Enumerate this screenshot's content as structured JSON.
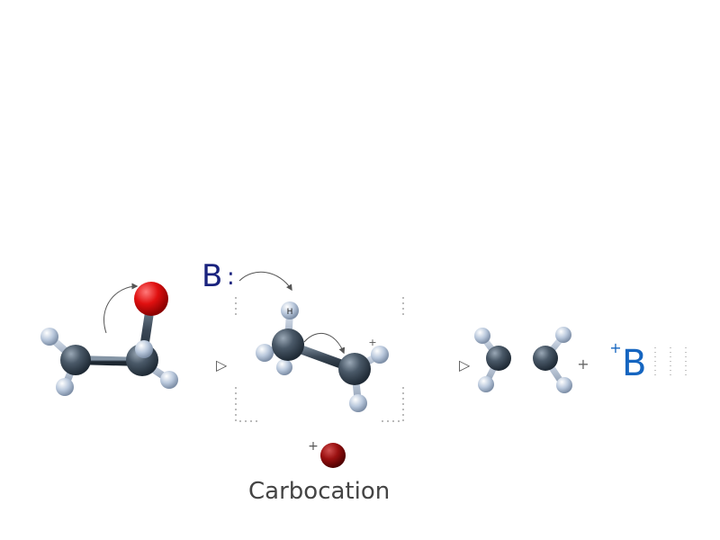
{
  "labels": {
    "base": "B",
    "base_lone_pair": ":",
    "hydrogen_symbol": "H",
    "reaction_arrow": "▷",
    "plus": "+",
    "charge_plus": "+",
    "conjugate_acid": "B",
    "carbocation_label": "Carbocation"
  },
  "colors": {
    "carbon": "#4a5968",
    "hydrogen": "#b9c8dc",
    "oxygen": "#e01010",
    "leaving_group": "#9a1010",
    "base_text": "#1a237e",
    "conjugate_acid_text": "#1565c0",
    "arrow": "#555555",
    "label": "#444444"
  },
  "molecules": [
    {
      "name": "protonated-alcohol",
      "atoms": [
        "C",
        "C",
        "O",
        "H",
        "H",
        "H"
      ]
    },
    {
      "name": "carbocation",
      "atoms": [
        "C",
        "C",
        "H",
        "H",
        "H",
        "H"
      ]
    },
    {
      "name": "ethene",
      "atoms": [
        "C",
        "C",
        "H",
        "H",
        "H",
        "H"
      ]
    }
  ]
}
